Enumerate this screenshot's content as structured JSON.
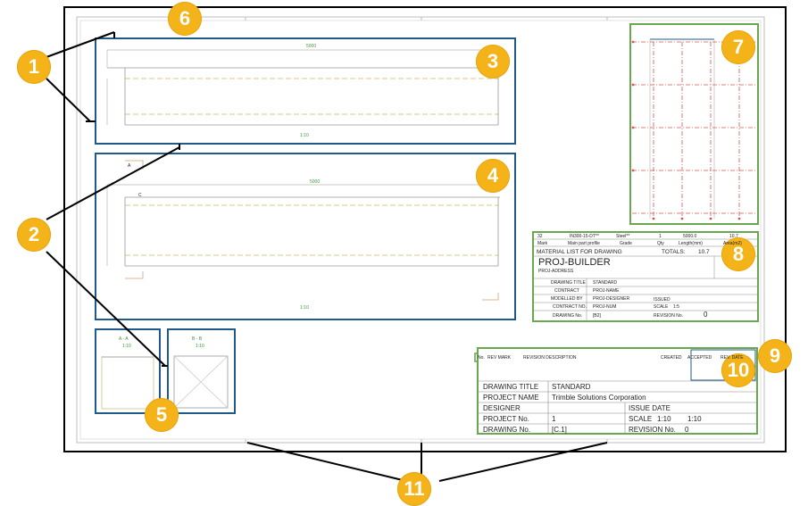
{
  "callouts": [
    "1",
    "2",
    "3",
    "4",
    "5",
    "6",
    "7",
    "8",
    "9",
    "10",
    "11"
  ],
  "views": {
    "section_a_label": "A - A",
    "section_a_scale": "1:10",
    "section_b_label": "B - B",
    "section_b_scale": "1:10",
    "view3_dim_top": "5000",
    "view3_dim_bottom": "1:10",
    "view4_dim_top": "5000",
    "view4_dim_bottom": "1:10",
    "view4_marker_a": "A",
    "view4_marker_c": "C"
  },
  "material_list": {
    "data_row": [
      "32",
      "IN300-15-DT**",
      "Steel**",
      "1",
      "5000.0",
      "10.7"
    ],
    "header_row": [
      "Mark",
      "Main part profile",
      "Grade",
      "Qty",
      "Length(mm)",
      "Area(m2)"
    ],
    "heading": "MATERIAL LIST FOR DRAWING",
    "totals_label": "TOTALS:",
    "totals_value": "10.7",
    "company": "PROJ-BUILDER",
    "address": "PROJ-ADDRESS",
    "rows": [
      {
        "label": "DRAWING TITLE",
        "value": "STANDARD"
      },
      {
        "label": "CONTRACT",
        "value": "PROJ-NAME"
      },
      {
        "label": "MODELLED BY",
        "value": "PROJ-DESIGNER",
        "extra_label": "ISSUED",
        "extra_value": ""
      },
      {
        "label": "CONTRACT NO.",
        "value": "PROJ-NUM",
        "extra_label": "SCALE",
        "extra_value": "1:5"
      },
      {
        "label": "DRAWING No.",
        "value": "[B2]",
        "extra_label": "REVISION No.",
        "extra_value": "0"
      }
    ]
  },
  "revision_header": [
    "No.",
    "REV MARK",
    "REVISION DESCRIPTION",
    "CREATED",
    "ACCEPTED",
    "REV. DATE"
  ],
  "title_block": {
    "drawing_title_label": "DRAWING TITLE",
    "drawing_title_value": "STANDARD",
    "project_name_label": "PROJECT NAME",
    "project_name_value": "Trimble Solutions Corporation",
    "designer_label": "DESIGNER",
    "issue_date_label": "ISSUE DATE",
    "project_no_label": "PROJECT No.",
    "project_no_value": "1",
    "scale_label": "SCALE",
    "scale_value_1": "1:10",
    "scale_value_2": "1:10",
    "drawing_no_label": "DRAWING No.",
    "drawing_no_value": "[C.1]",
    "revision_no_label": "REVISION No.",
    "revision_no_value": "0"
  },
  "colors": {
    "callout": "#f5b31a",
    "view_frame": "#1f5a8a",
    "highlight_green": "#6aa84f",
    "section_red": "#d9534f",
    "dimension_green": "#3a9a3a"
  }
}
